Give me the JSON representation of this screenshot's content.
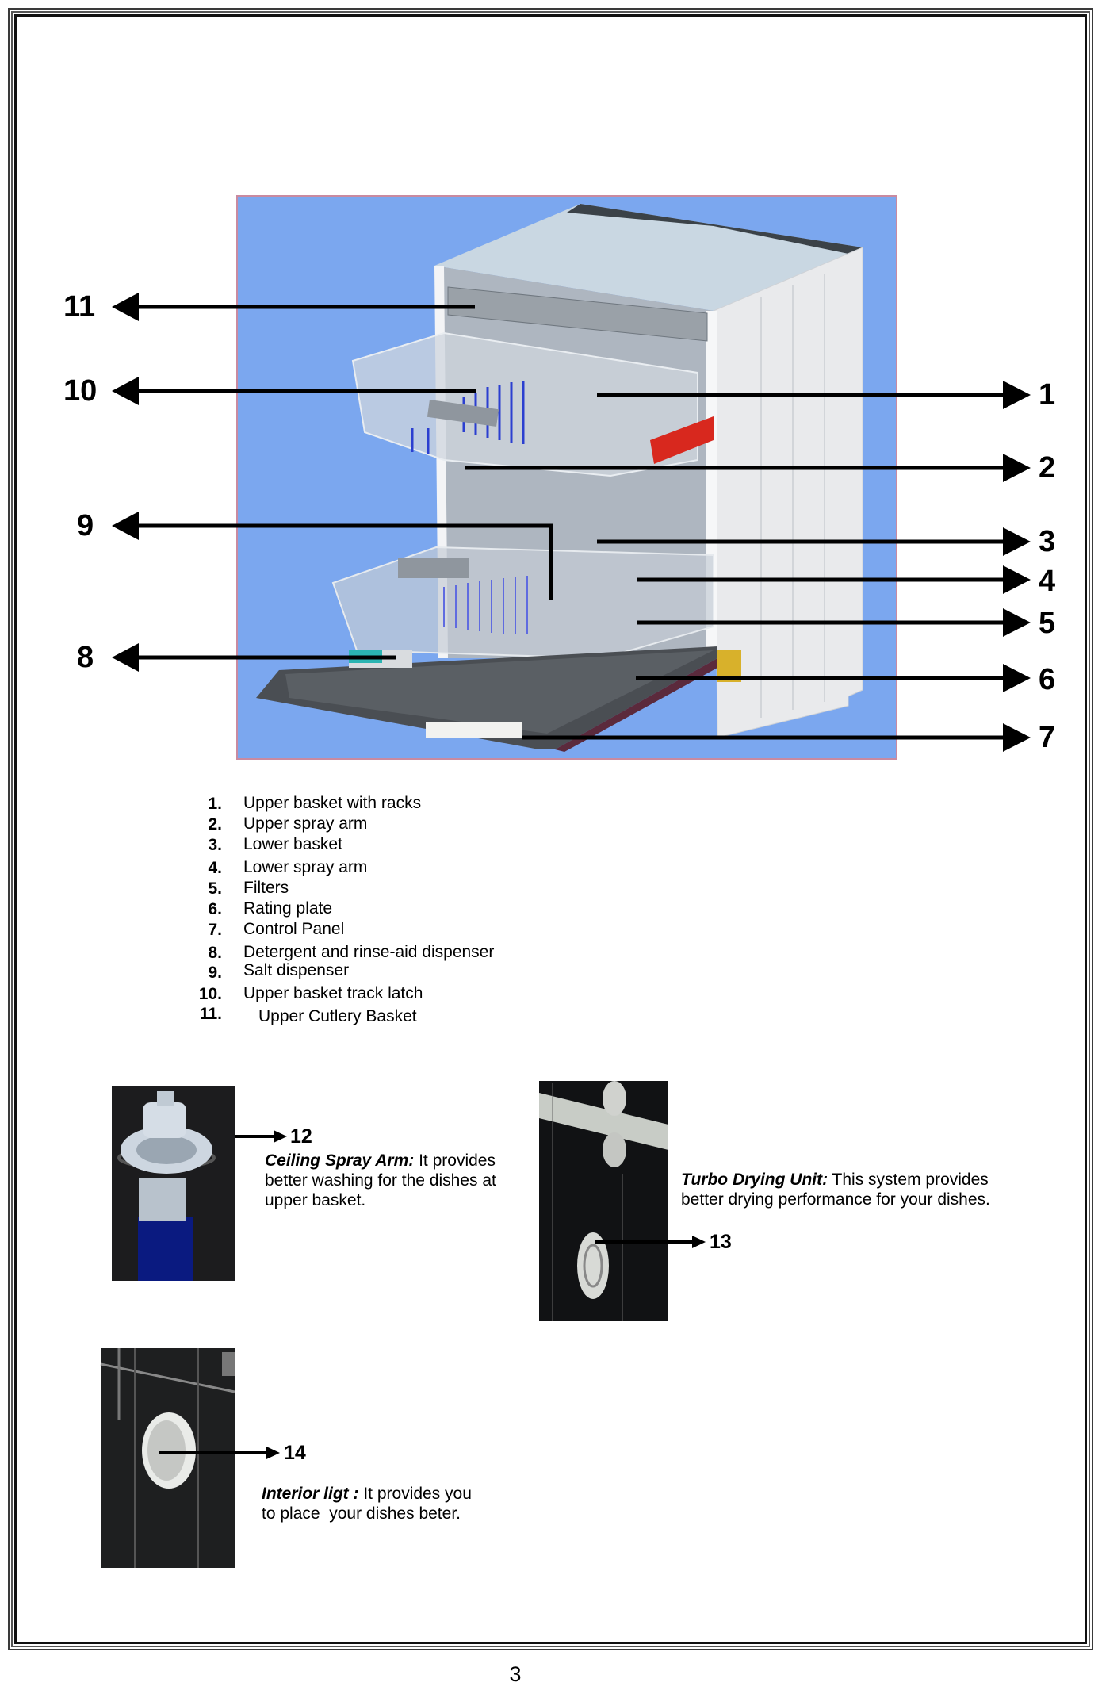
{
  "diagram": {
    "title": "Dishwasher parts overview",
    "background_color": "#7ba7ef",
    "callouts_left": [
      "11",
      "10",
      "9",
      "8"
    ],
    "callouts_right": [
      "1",
      "2",
      "3",
      "4",
      "5",
      "6",
      "7"
    ]
  },
  "parts_list": [
    {
      "num": "1.",
      "label": "Upper basket with racks"
    },
    {
      "num": "2.",
      "label": "Upper spray arm"
    },
    {
      "num": "3.",
      "label": "Lower basket"
    },
    {
      "num": "4.",
      "label": "Lower spray arm"
    },
    {
      "num": "5.",
      "label": "Filters"
    },
    {
      "num": "6.",
      "label": "Rating plate"
    },
    {
      "num": "7.",
      "label": "Control Panel"
    },
    {
      "num": "8.",
      "label": "Detergent and rinse-aid dispenser"
    },
    {
      "num": "9.",
      "label": "Salt dispenser"
    },
    {
      "num": "10.",
      "label": "Upper basket track latch"
    },
    {
      "num": "11.",
      "label": "Upper Cutlery Basket"
    }
  ],
  "features": [
    {
      "num": "12",
      "title": "Ceiling Spray Arm:",
      "line1_rest": " It provides",
      "line2": "better washing for the dishes at",
      "line3": "upper basket."
    },
    {
      "num": "13",
      "title": "Turbo Drying Unit:",
      "line1_rest": " This system provides",
      "line2": "better drying performance for your dishes."
    },
    {
      "num": "14",
      "title": "Interior ligt :",
      "line1_rest": " It provides you",
      "line2": "to place  your dishes beter."
    }
  ],
  "page_number": "3"
}
